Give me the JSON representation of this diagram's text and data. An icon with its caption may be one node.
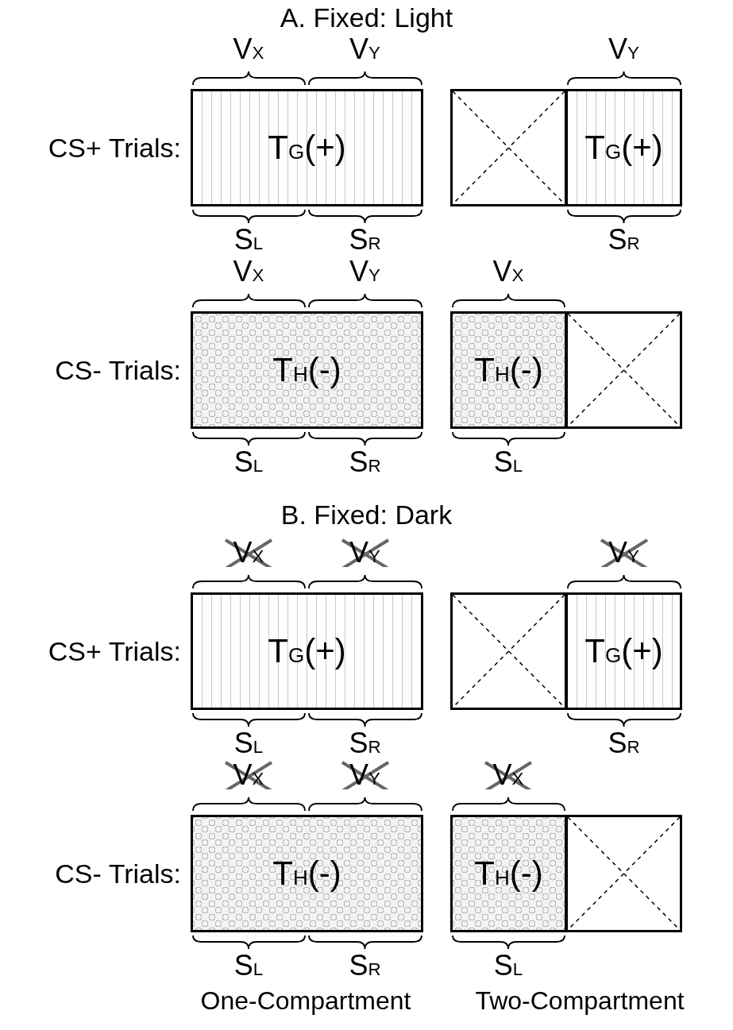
{
  "diagram": {
    "nodes": [
      {
        "text": [
          "T$_{G}$(+)"
        ]
      },
      {
        "text": [],
        "shape": "box"
      },
      {
        "text": [
          "T$_{G}$(+)"
        ]
      },
      {
        "text": [
          "T$_{H}$(-)"
        ]
      },
      {
        "text": [
          "T$_{H}$(-)"
        ]
      },
      {
        "text": [],
        "shape": "box"
      },
      {
        "text": [
          "T$_{G}$(+)"
        ]
      },
      {
        "text": [],
        "shape": "box"
      },
      {
        "text": [
          "T$_{G}$(+)"
        ]
      },
      {
        "text": [
          "T$_{H}$(-)"
        ]
      },
      {
        "text": [
          "T$_{H}$(-)"
        ]
      },
      {
        "text": [],
        "shape": "box"
      }
    ],
    "labels": [
      "A. Fixed: Light",
      "V$_{X}$",
      "V$_{Y}$",
      "V$_{Y}$",
      "CS+ Trials:",
      "S$_{L}$",
      "S$_{R}$",
      "S$_{R}$",
      "V$_{X}$",
      "V$_{Y}$",
      "V$_{X}$",
      "CS- Trials:",
      "S$_{L}$",
      "S$_{R}$",
      "S$_{L}$",
      "B. Fixed: Dark",
      "V$_{X}$",
      "V$_{Y}$",
      "V$_{Y}$",
      "CS+ Trials:",
      "S$_{L}$",
      "S$_{R}$",
      "S$_{R}$",
      "V$_{X}$",
      "V$_{Y}$",
      "V$_{X}$",
      "CS- Trials:",
      "S$_{L}$",
      "S$_{R}$",
      "S$_{L}$",
      "One-Compartment",
      "Two-Compartment"
    ]
  }
}
